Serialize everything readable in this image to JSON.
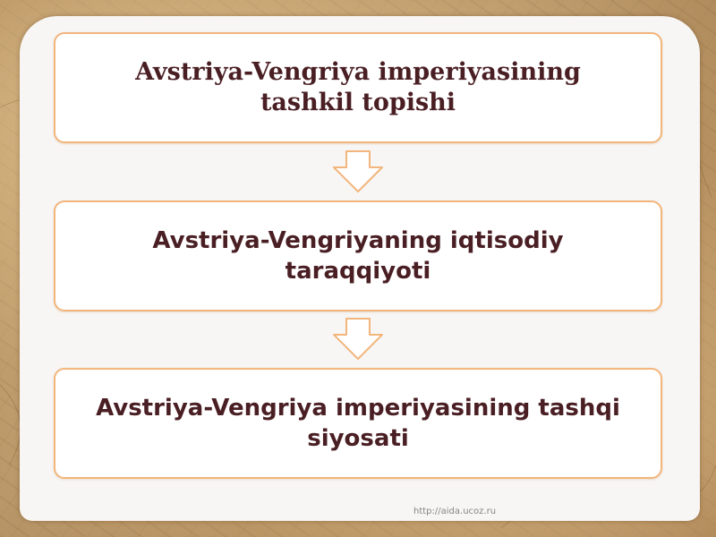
{
  "flow": {
    "steps": [
      {
        "label": "Avstriya-Vengriya imperiyasining tashkil topishi"
      },
      {
        "label": "Avstriya-Vengriyaning iqtisodiy taraqqiyoti"
      },
      {
        "label": "Avstriya-Vengriya imperiyasining tashqi siyosati"
      }
    ]
  },
  "watermark": "http://aida.ucoz.ru",
  "colors": {
    "box_border": "#f2b57c",
    "text": "#4a1f24",
    "arrow_fill": "#ffffff",
    "arrow_stroke": "#f2b57c"
  }
}
